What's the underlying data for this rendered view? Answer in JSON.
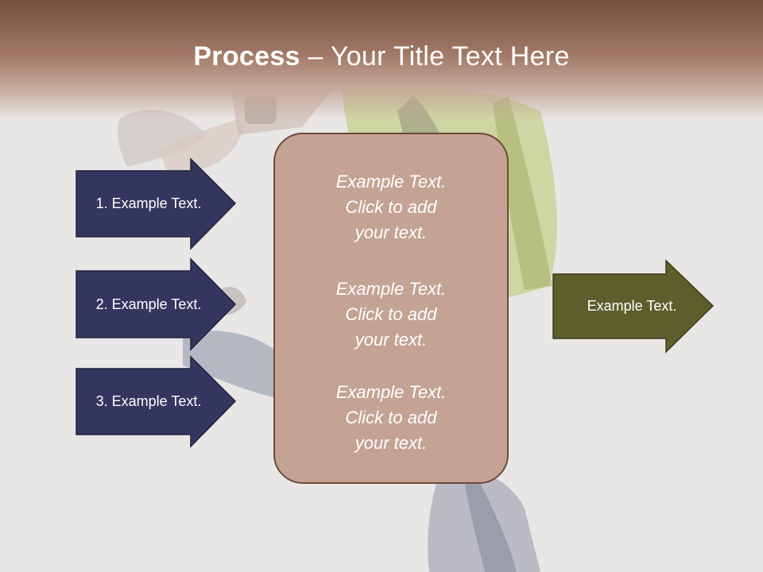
{
  "slide": {
    "title_bold": "Process",
    "title_rest": " – Your Title Text Here"
  },
  "steps": [
    {
      "label": "1. Example Text."
    },
    {
      "label": "2. Example Text."
    },
    {
      "label": "3. Example Text."
    }
  ],
  "center_box": {
    "blocks": [
      {
        "line1": "Example Text.",
        "line2": "Click  to add",
        "line3": "your text."
      },
      {
        "line1": "Example Text.",
        "line2": "Click  to add",
        "line3": "your text."
      },
      {
        "line1": "Example Text.",
        "line2": "Click  to add",
        "line3": "your text."
      }
    ]
  },
  "output": {
    "label": "Example Text."
  },
  "colors": {
    "title_bar": "#8c6452",
    "step_arrow_fill": "#35365f",
    "center_box_fill": "#c4a394",
    "output_arrow_fill": "#5c5f2c"
  }
}
